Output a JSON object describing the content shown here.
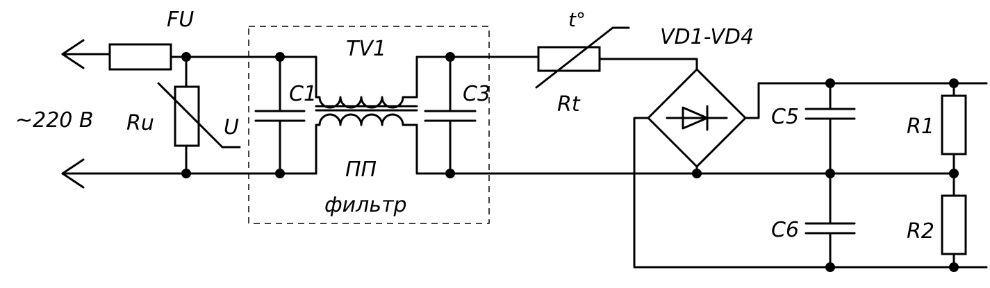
{
  "labels": {
    "supply": "~220 В",
    "fuse": "FU",
    "varistor": "Ru",
    "varistor_param": "U",
    "cap_c1": "C1",
    "transformer": "TV1",
    "cap_c3": "C3",
    "filter_line1": "ПП",
    "filter_line2": "фильтр",
    "thermistor_param": "t°",
    "thermistor": "Rt",
    "bridge": "VD1-VD4",
    "cap_c5": "C5",
    "cap_c6": "C6",
    "res_r1": "R1",
    "res_r2": "R2"
  }
}
